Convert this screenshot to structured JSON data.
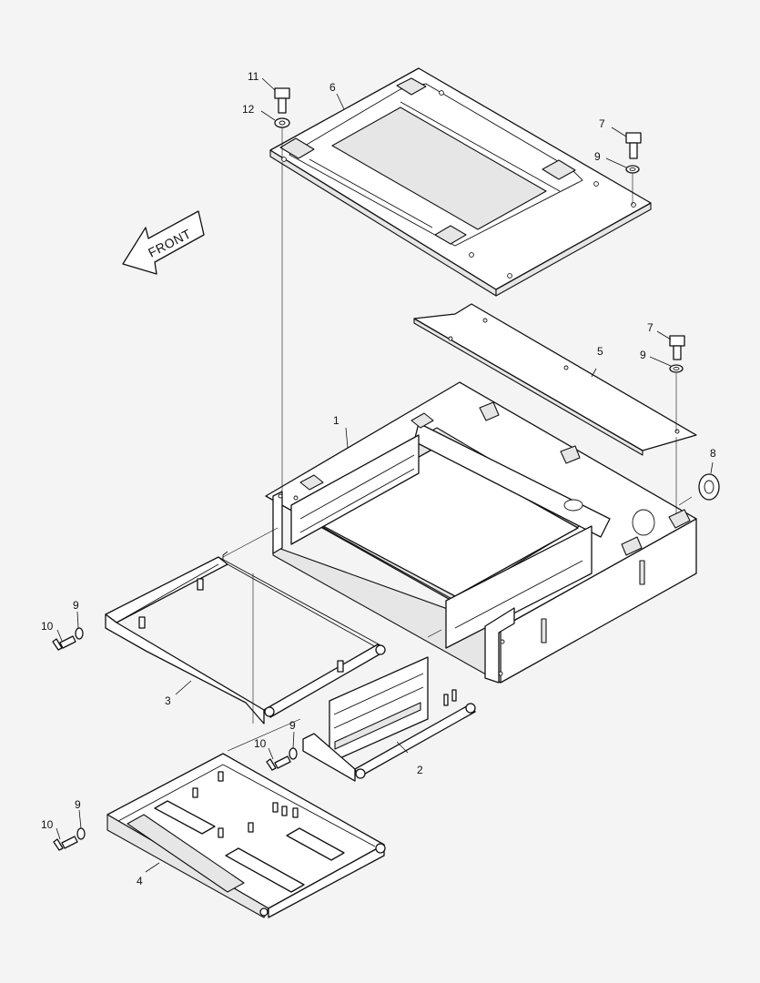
{
  "diagram": {
    "direction_label": "FRONT",
    "callouts": [
      {
        "id": "c1",
        "label": "1"
      },
      {
        "id": "c2",
        "label": "2"
      },
      {
        "id": "c3",
        "label": "3"
      },
      {
        "id": "c4",
        "label": "4"
      },
      {
        "id": "c5",
        "label": "5"
      },
      {
        "id": "c6",
        "label": "6"
      },
      {
        "id": "c7a",
        "label": "7"
      },
      {
        "id": "c7b",
        "label": "7"
      },
      {
        "id": "c8",
        "label": "8"
      },
      {
        "id": "c9a",
        "label": "9"
      },
      {
        "id": "c9b",
        "label": "9"
      },
      {
        "id": "c9c",
        "label": "9"
      },
      {
        "id": "c9d",
        "label": "9"
      },
      {
        "id": "c9e",
        "label": "9"
      },
      {
        "id": "c10a",
        "label": "10"
      },
      {
        "id": "c10b",
        "label": "10"
      },
      {
        "id": "c10c",
        "label": "10"
      },
      {
        "id": "c11",
        "label": "11"
      },
      {
        "id": "c12",
        "label": "12"
      }
    ]
  }
}
